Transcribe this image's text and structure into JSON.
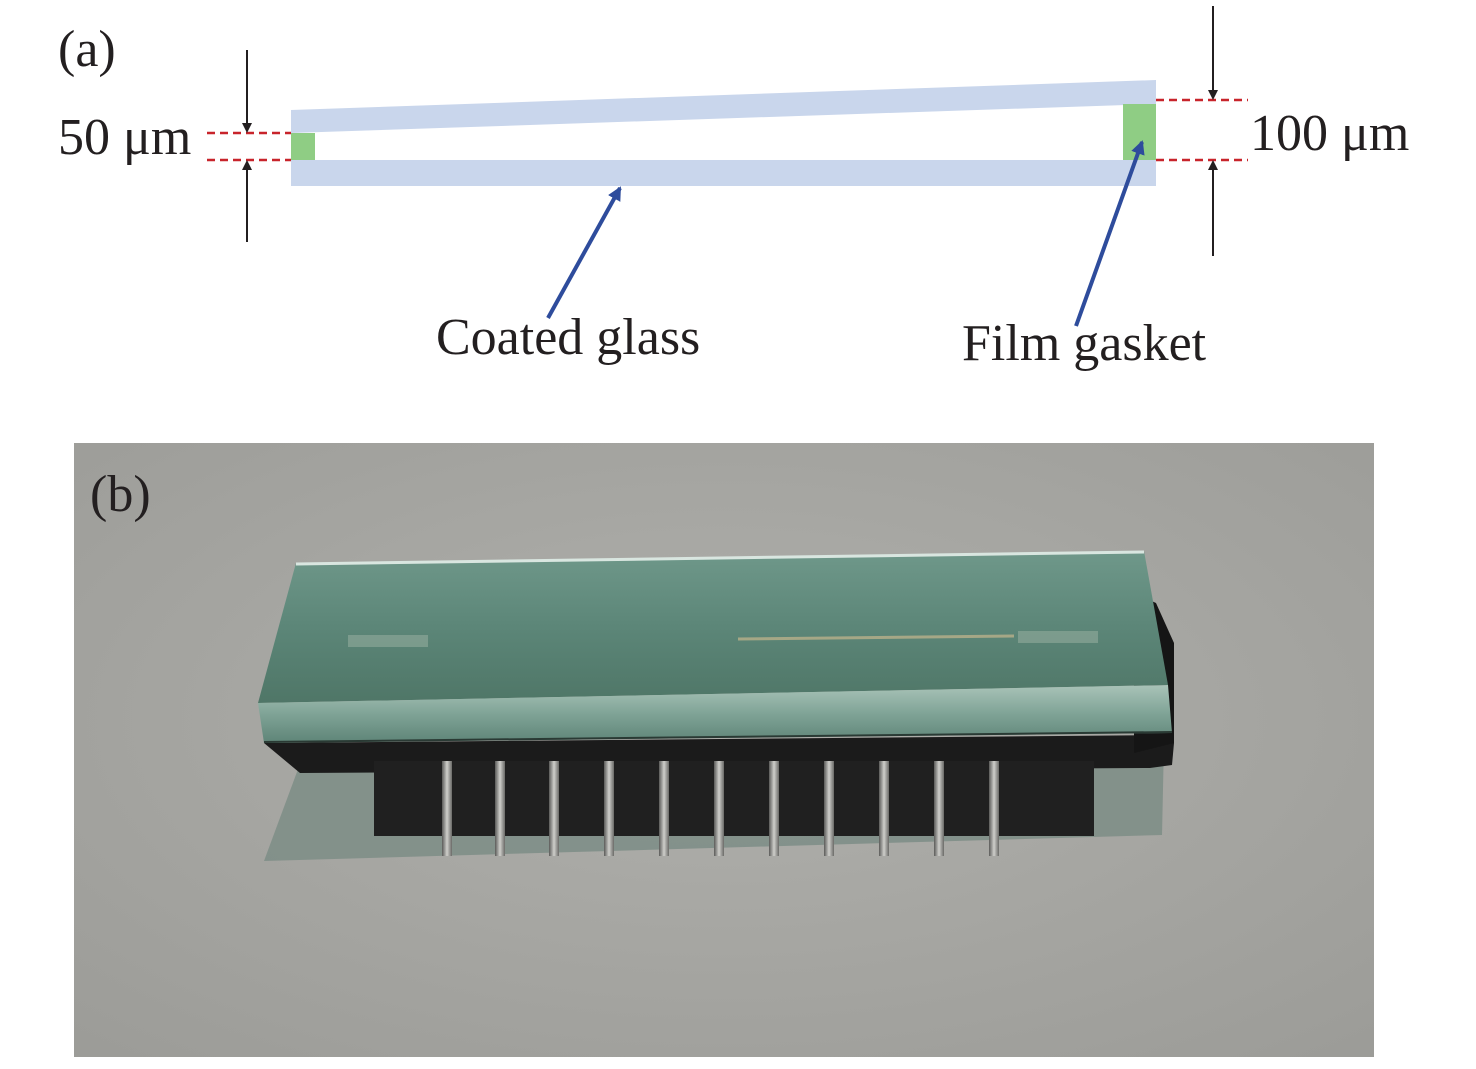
{
  "panel_a": {
    "label": "(a)",
    "left_gap": "50 μm",
    "right_gap": "100 μm",
    "glass_label": "Coated glass",
    "gasket_label": "Film gasket"
  },
  "panel_b": {
    "label": "(b)"
  },
  "colors": {
    "glass": "#c9d6ec",
    "gasket": "#8fcd84",
    "dashed_guides": "#c8242b",
    "pointer_arrows": "#2e4c9c",
    "photo_background": "#a8a8a4",
    "cell_glass": "#5f8a7b"
  }
}
